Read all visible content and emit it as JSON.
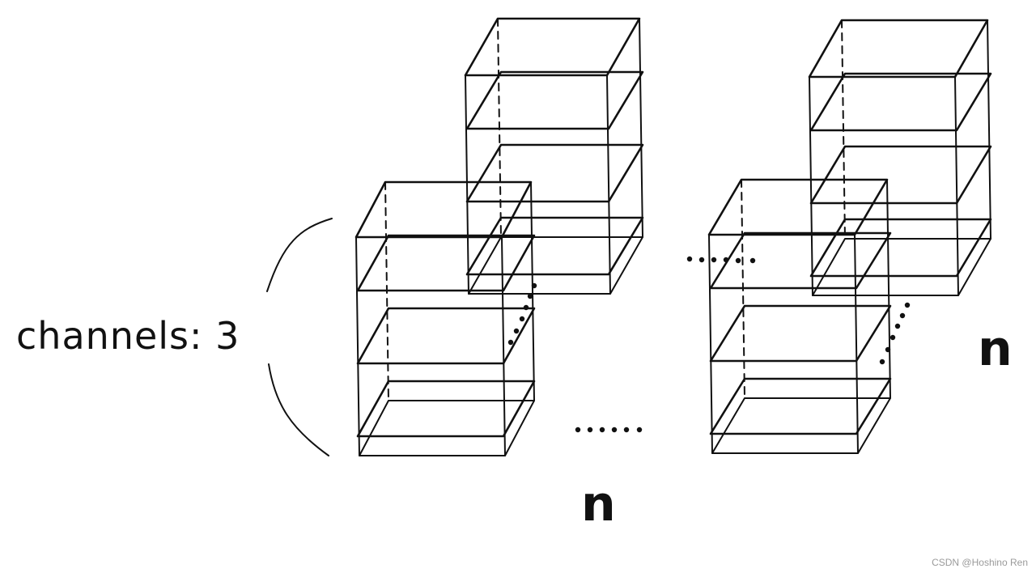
{
  "diagram": {
    "channels_label": "channels: 3",
    "n_label_bottom": "n",
    "n_label_right": "n",
    "watermark": "CSDN @Hoshino Ren"
  }
}
